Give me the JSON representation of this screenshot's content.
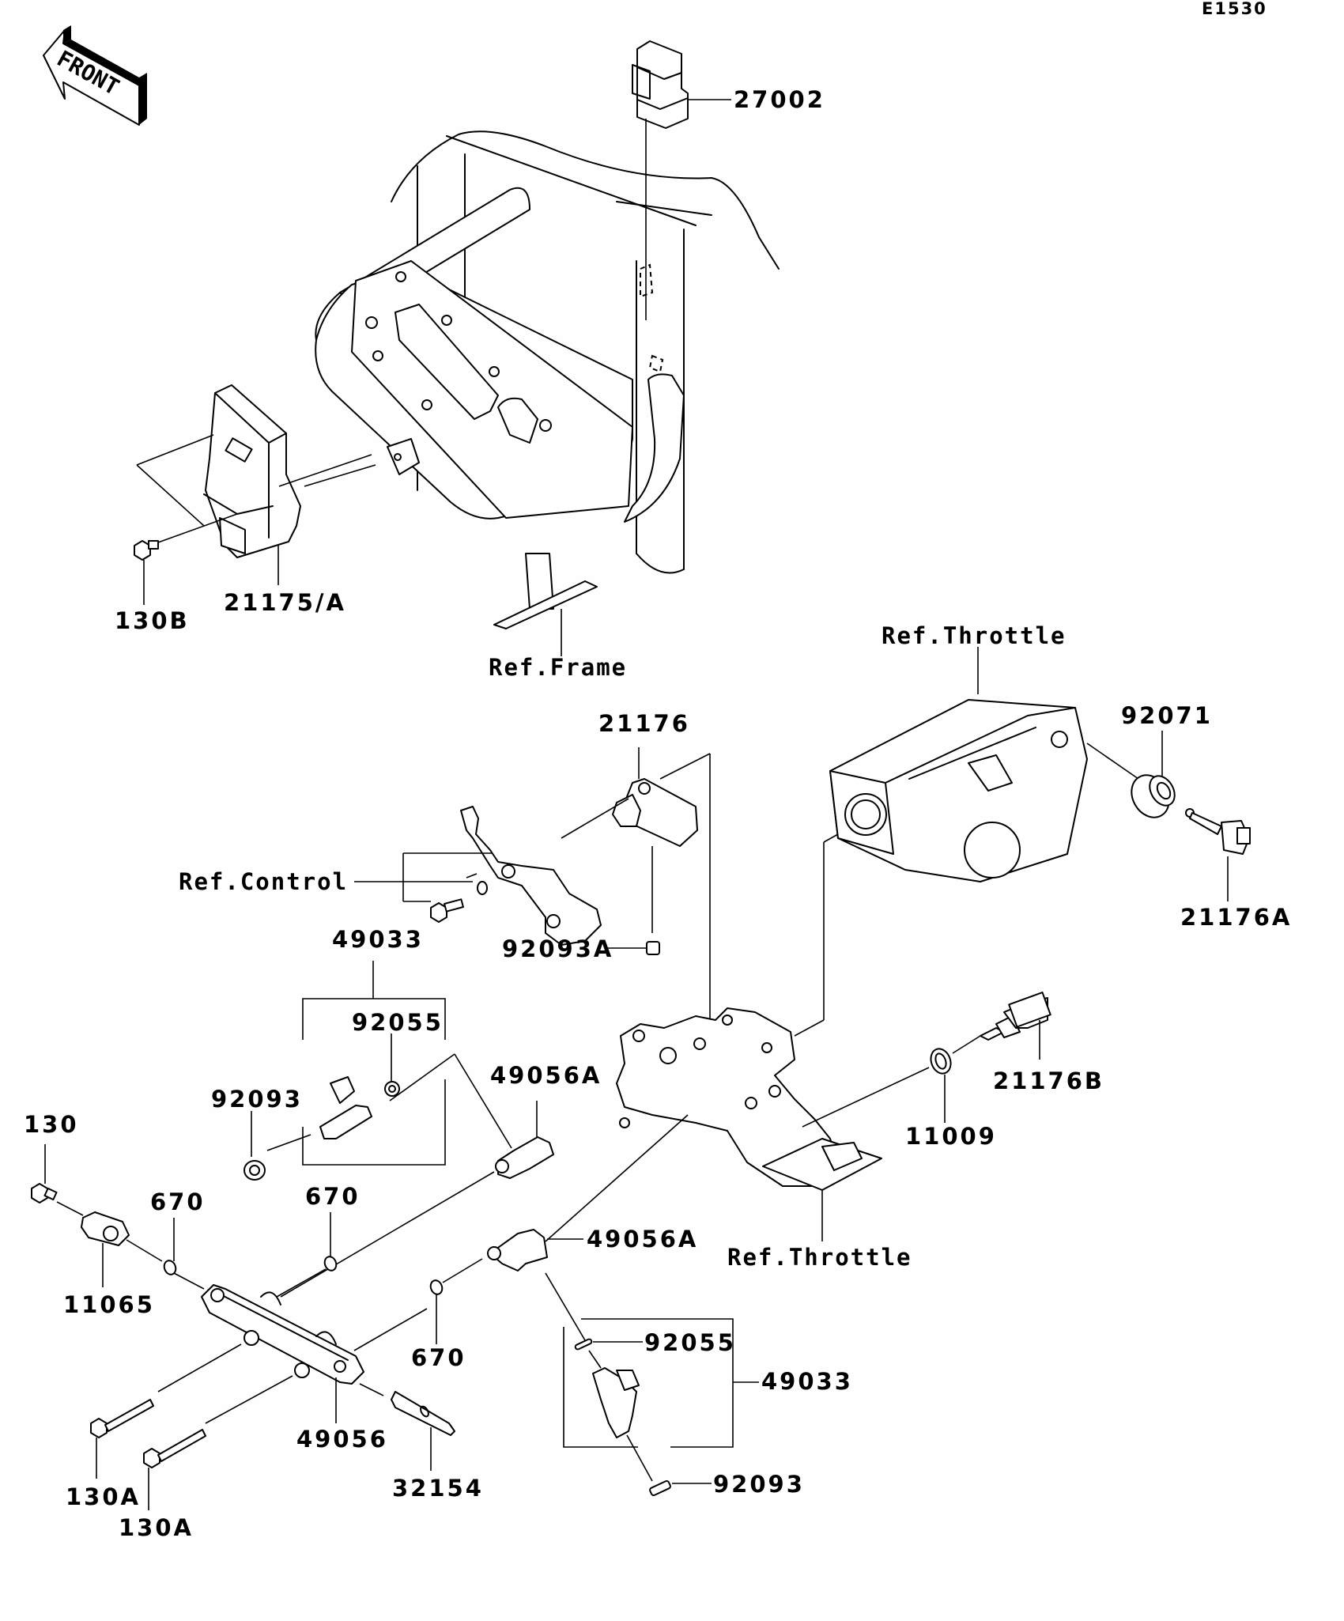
{
  "diagram": {
    "code": "E1530",
    "front_arrow": "FRONT",
    "labels": {
      "p27002": "27002",
      "p130B": "130B",
      "p21175A": "21175/A",
      "ref_frame": "Ref.Frame",
      "ref_throttle_top": "Ref.Throttle",
      "p21176": "21176",
      "p92071": "92071",
      "p21176A": "21176A",
      "ref_control": "Ref.Control",
      "p92093A": "92093A",
      "p49033_top": "49033",
      "p92055_top": "92055",
      "p92093_top": "92093",
      "p49056A_top": "49056A",
      "p21176B": "21176B",
      "p11009": "11009",
      "p130": "130",
      "p670_a": "670",
      "p670_b": "670",
      "p11065": "11065",
      "p49056A_bottom": "49056A",
      "ref_throttle_bottom": "Ref.Throttle",
      "p92055_bottom": "92055",
      "p49033_bottom": "49033",
      "p670_c": "670",
      "p49056": "49056",
      "p32154": "32154",
      "p130A_a": "130A",
      "p130A_b": "130A",
      "p92093_bottom": "92093"
    }
  }
}
